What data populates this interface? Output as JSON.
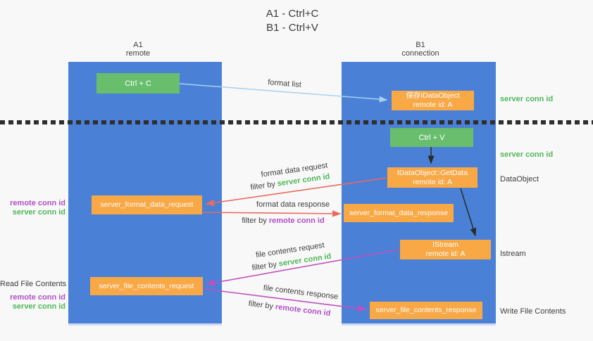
{
  "title": {
    "line1": "A1 - Ctrl+C",
    "line2": "B1 - Ctrl+V"
  },
  "lanes": {
    "a1": {
      "name": "A1",
      "role": "remote"
    },
    "b1": {
      "name": "B1",
      "role": "connection"
    }
  },
  "boxes": {
    "ctrl_c": "Ctrl + C",
    "ctrl_v": "Ctrl + V",
    "save_idataobject": {
      "title": "保存IDataObject",
      "subtitle": "remote id: A"
    },
    "getdata": {
      "title": "IDataObject::GetData",
      "subtitle": "remote id: A"
    },
    "istream": {
      "title": "IStream",
      "subtitle": "remote id: A"
    },
    "server_format_data_request": "server_format_data_request",
    "server_format_data_response": "server_format_data_response",
    "server_file_contents_request": "server_file_contents_request",
    "server_file_contents_response": "server_file_contents_response"
  },
  "arrows": {
    "format_list": "format list",
    "format_data_request": "format data request",
    "format_data_response": "format data response",
    "file_contents_request": "file contents request",
    "file_contents_response": "file contents response",
    "filter_by": "filter by ",
    "server_conn_id": "server conn id",
    "remote_conn_id": "remote conn id"
  },
  "side_labels": {
    "server_conn_id": "server conn id",
    "remote_conn_id": "remote conn id",
    "data_object": "DataObject",
    "istream": "Istream",
    "read_file_contents": "Read File Contents",
    "write_file_contents": "Write File Contents"
  },
  "colors": {
    "lane_blue": "#4a80d6",
    "box_green": "#68be6d",
    "box_orange": "#f8a845",
    "arrow_light_blue": "#a6d1f0",
    "arrow_salmon": "#e96a5f",
    "arrow_magenta": "#bf50c0",
    "arrow_black": "#2b2b2b",
    "text_green": "#4eb757",
    "text_purple": "#b14fc5",
    "text_gray": "#3d3d3d"
  }
}
